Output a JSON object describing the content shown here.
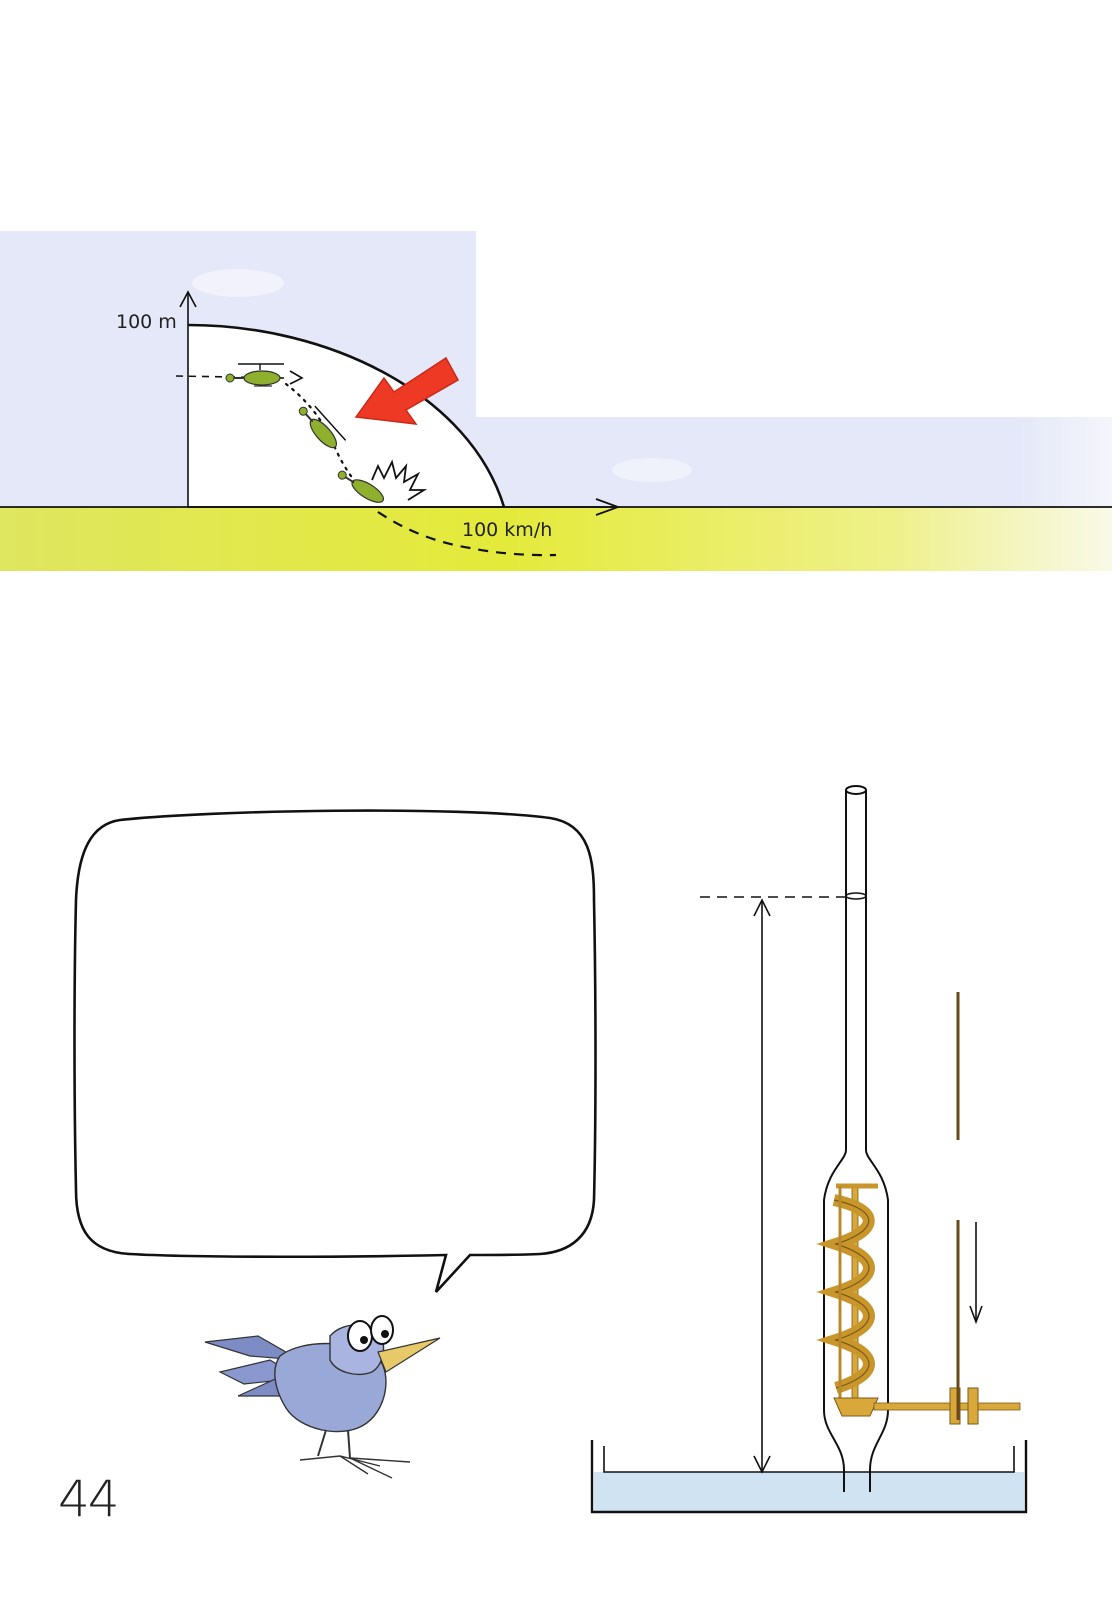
{
  "diagram_top": {
    "height_label": "100 m",
    "speed_label": "100 km/h"
  },
  "page": {
    "number": "44"
  },
  "colors": {
    "sky": "#e3e8f8",
    "grass": "#e2e83a",
    "arrow_red": "#ee3a24",
    "helicopter_green": "#8fb02c",
    "water": "#cfe3f3",
    "brass": "#d8a93a",
    "bird_blue": "#9aa8d8"
  },
  "icons": [
    "helicopter-icon",
    "bird-icon",
    "speech-bubble",
    "screw-pump-icon"
  ]
}
